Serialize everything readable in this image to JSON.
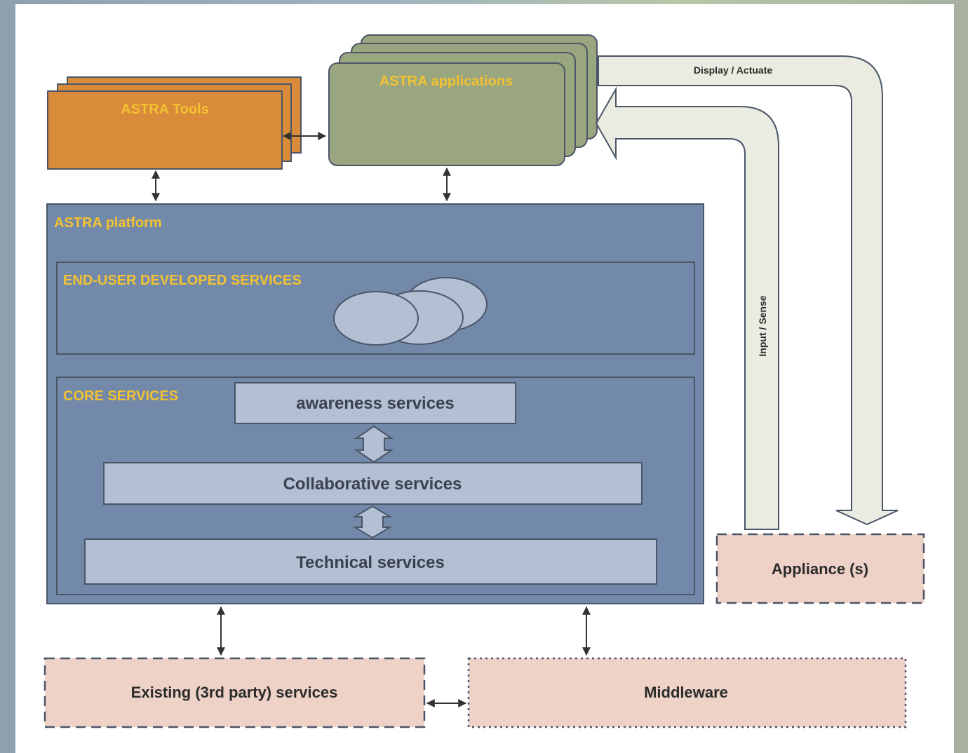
{
  "diagram": {
    "tools_label": "ASTRA Tools",
    "apps_label": "ASTRA applications",
    "platform_label": "ASTRA platform",
    "eud_label": "END-USER DEVELOPED SERVICES",
    "core_label": "CORE SERVICES",
    "awareness_label": "awareness services",
    "collaborative_label": "Collaborative services",
    "technical_label": "Technical services",
    "display_label": "Display / Actuate",
    "input_label": "Input / Sense",
    "appliance_label": "Appliance (s)",
    "existing_label": "Existing (3rd party) services",
    "middleware_label": "Middleware"
  },
  "colors": {
    "tools": "#d98b3a",
    "apps": "#9aa67f",
    "platform": "#7389aa",
    "service_box": "#b3bfd3",
    "yellow_text": "#f2c232",
    "pink_box": "#eed2c7",
    "arrow_fill": "#eaece2",
    "stroke": "#4a5668"
  }
}
